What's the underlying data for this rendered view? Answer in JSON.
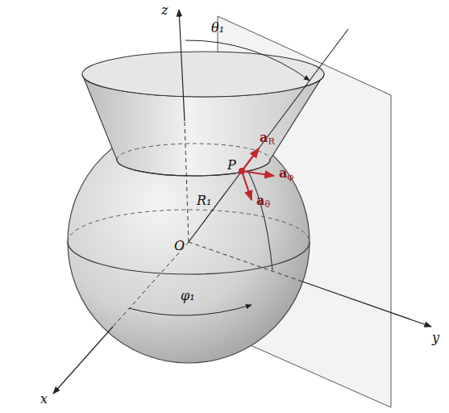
{
  "diagram": {
    "labels": [
      "z",
      "θ₁",
      "P",
      "aR",
      "aφ",
      "aθ",
      "R₁",
      "O",
      "φ₁",
      "y",
      "x"
    ]
  }
}
